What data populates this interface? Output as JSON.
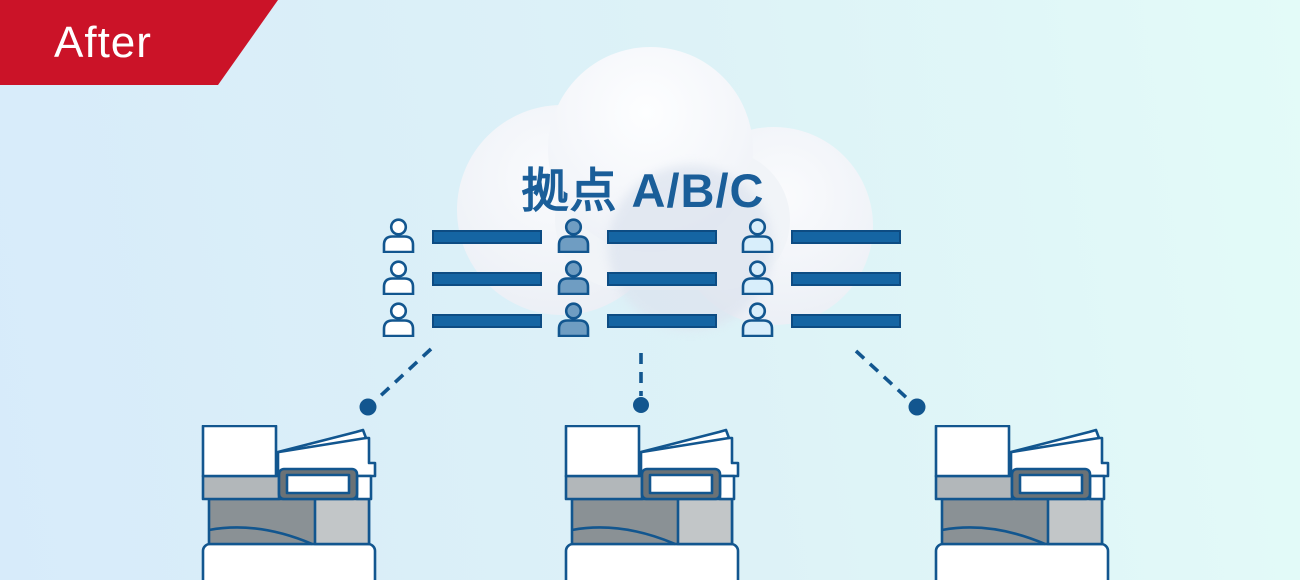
{
  "ribbon": {
    "label": "After"
  },
  "cloud": {
    "label": "拠点 A/B/C"
  },
  "user_groups": [
    {
      "id": "site-a",
      "icon_style": "white-outline",
      "rows": 3
    },
    {
      "id": "site-b",
      "icon_style": "steel-blue",
      "rows": 3
    },
    {
      "id": "site-c",
      "icon_style": "light-blue",
      "rows": 3
    }
  ],
  "printers": [
    {
      "id": "printer-left"
    },
    {
      "id": "printer-center"
    },
    {
      "id": "printer-right"
    }
  ],
  "colors": {
    "background_left": "#d7ebfa",
    "background_right": "#e3fbf8",
    "ribbon_red": "#cb1328",
    "ribbon_text": "#ffffff",
    "primary_blue": "#1565a3",
    "outline_blue": "#12568f",
    "label_blue": "#1a5e99",
    "icon_white": "#ffffff",
    "icon_steel": "#6f9dc2",
    "icon_light": "#d8eefb",
    "printer_gray_dark": "#8a9195",
    "printer_gray_light": "#c2c6c8",
    "printer_gray_band": "#b2b7ba",
    "printer_panel": "#6b7276"
  }
}
